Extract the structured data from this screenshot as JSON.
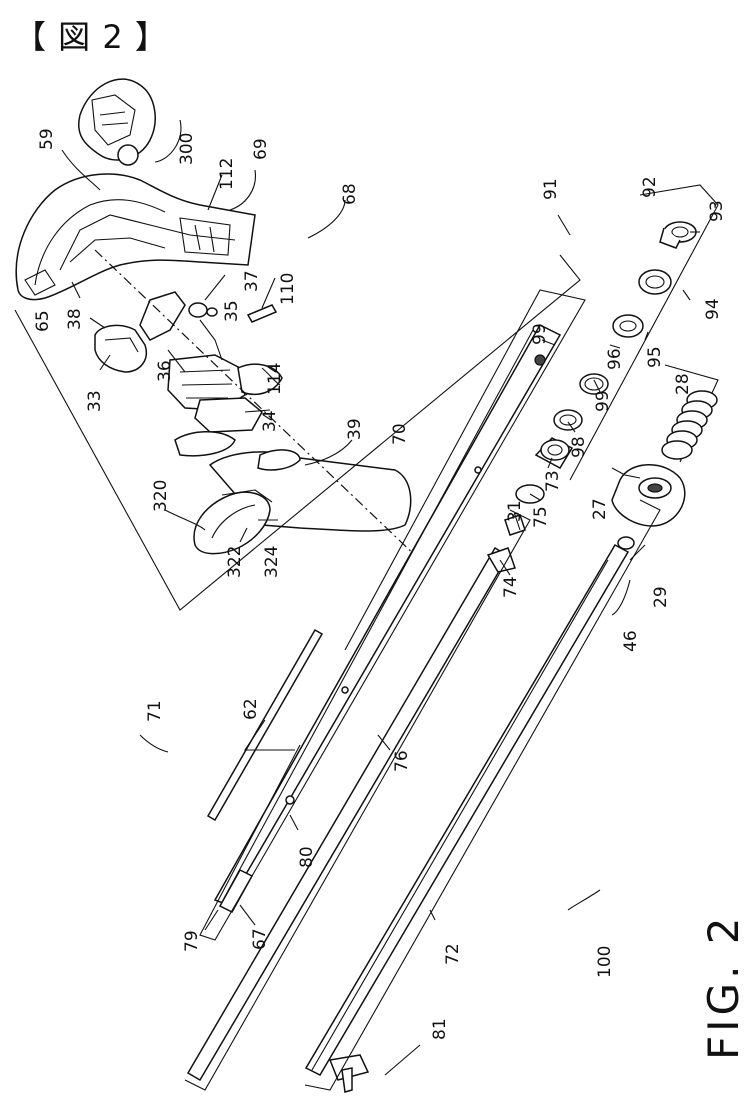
{
  "header": {
    "text": "【 図 2 】"
  },
  "figure": {
    "caption": "FIG. 2"
  },
  "labels": {
    "l59": "59",
    "l300": "300",
    "l112": "112",
    "l69": "69",
    "l68": "68",
    "l110": "110",
    "l37": "37",
    "l35": "35",
    "l65": "65",
    "l38": "38",
    "l33": "33",
    "l36": "36",
    "l114": "114",
    "l34": "34",
    "l39": "39",
    "l70": "70",
    "l320": "320",
    "l322": "322",
    "l324": "324",
    "l91": "91",
    "l92": "92",
    "l93": "93",
    "l94": "94",
    "l95": "95",
    "l96": "96",
    "l99a": "99",
    "l99b": "99",
    "l98": "98",
    "l28": "28",
    "l73": "73",
    "l27": "27",
    "l75": "75",
    "l31": "31",
    "l74": "74",
    "l29": "29",
    "l46": "46",
    "l62": "62",
    "l71": "71",
    "l76": "76",
    "l80": "80",
    "l79": "79",
    "l67": "67",
    "l72": "72",
    "l100": "100",
    "l81": "81"
  }
}
